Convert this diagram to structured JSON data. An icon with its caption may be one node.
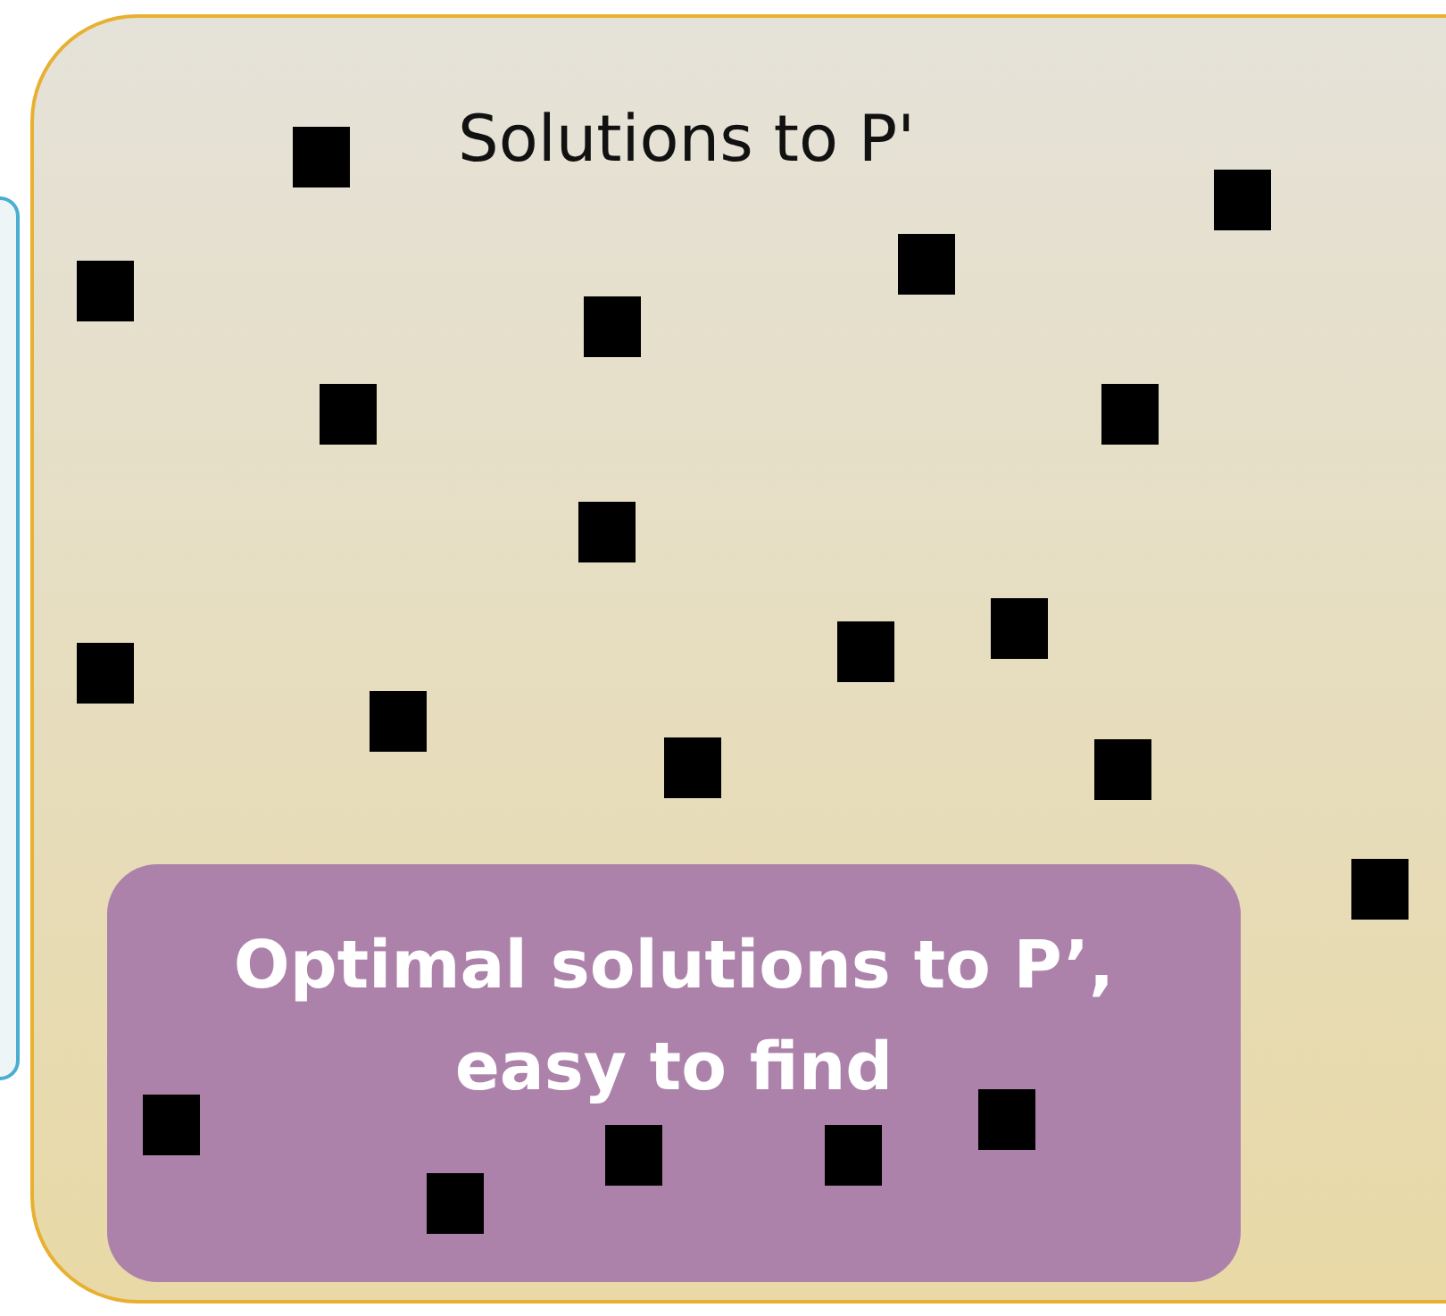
{
  "diagram": {
    "nodes": [
      {
        "text": [],
        "shape": "box"
      },
      {
        "text": [
          "Solutions to P'"
        ]
      },
      {
        "text": [
          "Optimal solutions to P’, easy to find"
        ],
        "in": 1
      }
    ]
  }
}
